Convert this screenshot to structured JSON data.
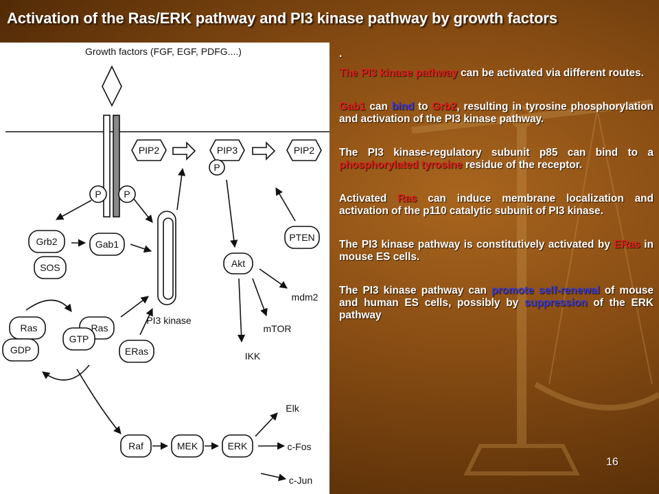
{
  "slide": {
    "title": "Activation of the Ras/ERK pathway and PI3 kinase pathway by growth factors",
    "page_number": "16"
  },
  "diagram": {
    "labels": {
      "growth_factors": "Growth factors (FGF, EGF, PDFG....)",
      "p_left": "P",
      "p_right": "P",
      "p_pip3": "P",
      "pip2_left": "PIP2",
      "pip3": "PIP3",
      "pip2_right": "PIP2",
      "grb2": "Grb2",
      "sos": "SOS",
      "gab1": "Gab1",
      "pi3_kinase": "PI3 kinase",
      "ras_left": "Ras",
      "gdp": "GDP",
      "ras_right": "Ras",
      "gtp": "GTP",
      "eras": "ERas",
      "akt": "Akt",
      "pten": "PTEN",
      "mdm2": "mdm2",
      "mtor": "mTOR",
      "ikk": "IKK",
      "raf": "Raf",
      "mek": "MEK",
      "erk": "ERK",
      "elk": "Elk",
      "cfos": "c-Fos",
      "cjun": "c-Jun"
    }
  },
  "text_panel": {
    "b0": [
      {
        "t": ".",
        "c": ""
      }
    ],
    "b1": [
      {
        "t": "The PI3 kinase pathway",
        "c": "red"
      },
      {
        "t": " can be activated via different routes.",
        "c": ""
      }
    ],
    "b2": [
      {
        "t": "Gab1",
        "c": "red"
      },
      {
        "t": " can ",
        "c": ""
      },
      {
        "t": "bind",
        "c": "blue"
      },
      {
        "t": " to ",
        "c": ""
      },
      {
        "t": "Grb2",
        "c": "red"
      },
      {
        "t": ", resulting in tyrosine phosphorylation and activation of the PI3 kinase pathway.",
        "c": ""
      }
    ],
    "b3": [
      {
        "t": "The PI3 kinase-regulatory subunit p85 can bind to a ",
        "c": ""
      },
      {
        "t": "phosphorylated tyrosine",
        "c": "red"
      },
      {
        "t": " residue of the receptor.",
        "c": ""
      }
    ],
    "b4": [
      {
        "t": "Activated ",
        "c": ""
      },
      {
        "t": "Ras",
        "c": "red"
      },
      {
        "t": " can induce membrane localization and activation of the p110 catalytic subunit of PI3 kinase.",
        "c": ""
      }
    ],
    "b5": [
      {
        "t": "The PI3 kinase pathway is constitutively activated by ",
        "c": ""
      },
      {
        "t": "ERas",
        "c": "red"
      },
      {
        "t": " in mouse ES cells.",
        "c": ""
      }
    ],
    "b6": [
      {
        "t": "The PI3 kinase pathway can ",
        "c": ""
      },
      {
        "t": "promote self-renewal",
        "c": "blue"
      },
      {
        "t": " of mouse and human ES cells, possibly by ",
        "c": ""
      },
      {
        "t": "suppression",
        "c": "blue"
      },
      {
        "t": " of the ERK pathway",
        "c": ""
      }
    ]
  },
  "colors": {
    "highlight_red": "#e0201e",
    "highlight_blue": "#3a3ad8",
    "text": "#ffffff",
    "background": "#8a4e14"
  }
}
